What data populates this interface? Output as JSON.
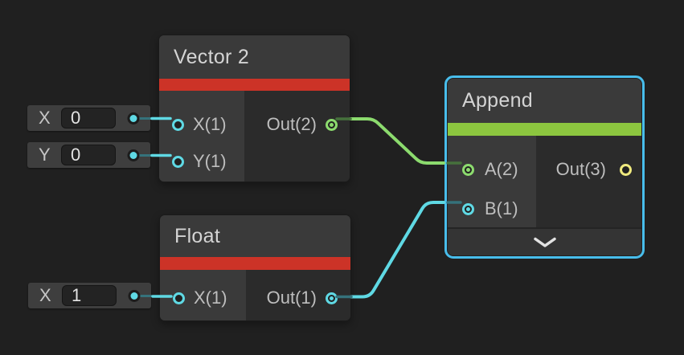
{
  "nodes": {
    "vector2": {
      "title": "Vector 2",
      "ports": {
        "x": "X(1)",
        "y": "Y(1)",
        "out": "Out(2)"
      }
    },
    "float": {
      "title": "Float",
      "ports": {
        "x": "X(1)",
        "out": "Out(1)"
      }
    },
    "append": {
      "title": "Append",
      "selected": true,
      "ports": {
        "a": "A(2)",
        "b": "B(1)",
        "out": "Out(3)"
      }
    }
  },
  "widgets": {
    "vector2_x": {
      "label": "X",
      "value": "0"
    },
    "vector2_y": {
      "label": "Y",
      "value": "0"
    },
    "float_x": {
      "label": "X",
      "value": "1"
    }
  },
  "icons": {
    "append_expand": "chevron-down"
  },
  "colors": {
    "bg": "#202020",
    "accent_red": "#cc3327",
    "accent_green": "#8cc63f",
    "selection": "#48bdeb",
    "wire_green": "#8cdb6e",
    "wire_green_dim": "#46713c",
    "wire_cyan": "#5fd9e4",
    "wire_cyan_dim": "#35727b",
    "port_yellow": "#efe97e"
  }
}
